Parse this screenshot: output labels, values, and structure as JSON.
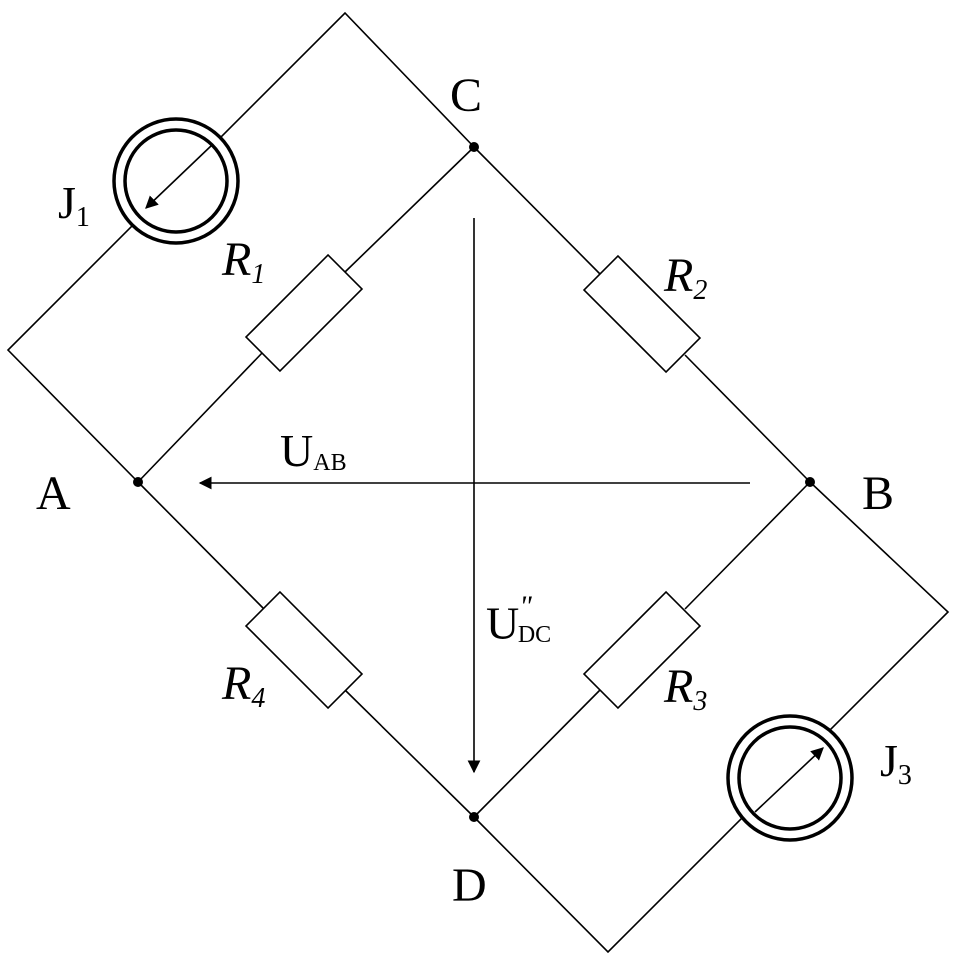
{
  "nodes": {
    "a": "A",
    "b": "B",
    "c": "C",
    "d": "D"
  },
  "resistors": {
    "r1": {
      "base": "R",
      "sub": "1"
    },
    "r2": {
      "base": "R",
      "sub": "2"
    },
    "r3": {
      "base": "R",
      "sub": "3"
    },
    "r4": {
      "base": "R",
      "sub": "4"
    }
  },
  "sources": {
    "j1": {
      "base": "J",
      "sub": "1"
    },
    "j3": {
      "base": "J",
      "sub": "3"
    }
  },
  "voltages": {
    "uab": {
      "base": "U",
      "sub": "AB"
    },
    "udc": {
      "base": "U",
      "sub": "DC",
      "sup": "\""
    }
  }
}
